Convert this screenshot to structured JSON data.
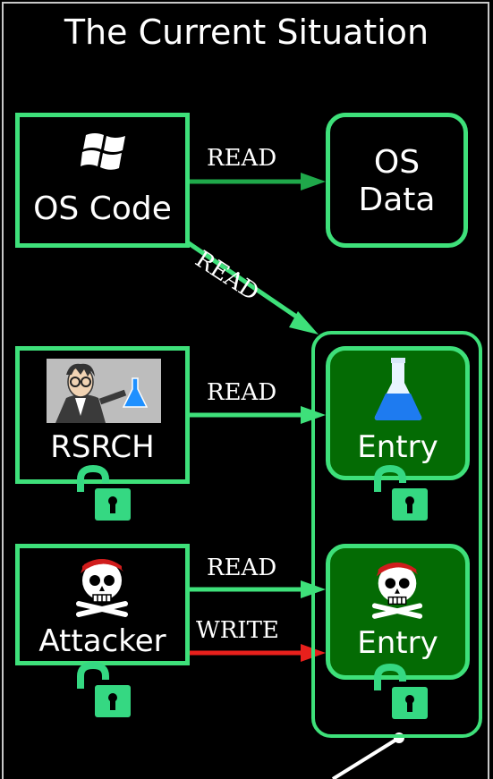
{
  "title": "The Current Situation",
  "nodes": {
    "os_code": "OS Code",
    "os_data_line1": "OS",
    "os_data_line2": "Data",
    "rsrch": "RSRCH",
    "attacker": "Attacker",
    "entry_top": "Entry",
    "entry_bottom": "Entry"
  },
  "edges": {
    "os_code_to_data": "READ",
    "os_code_to_entries": "READ",
    "rsrch_to_entry": "READ",
    "attacker_read": "READ",
    "attacker_write": "WRITE"
  },
  "colors": {
    "green": "#3ee07a",
    "arrow_green": "#22c45a",
    "entry_fill": "#046b04",
    "write_red": "#e8201c",
    "lock": "#35d882"
  },
  "icons": [
    "windows-logo-icon",
    "researcher-icon",
    "flask-icon",
    "pirate-skull-icon",
    "lock-icon"
  ]
}
